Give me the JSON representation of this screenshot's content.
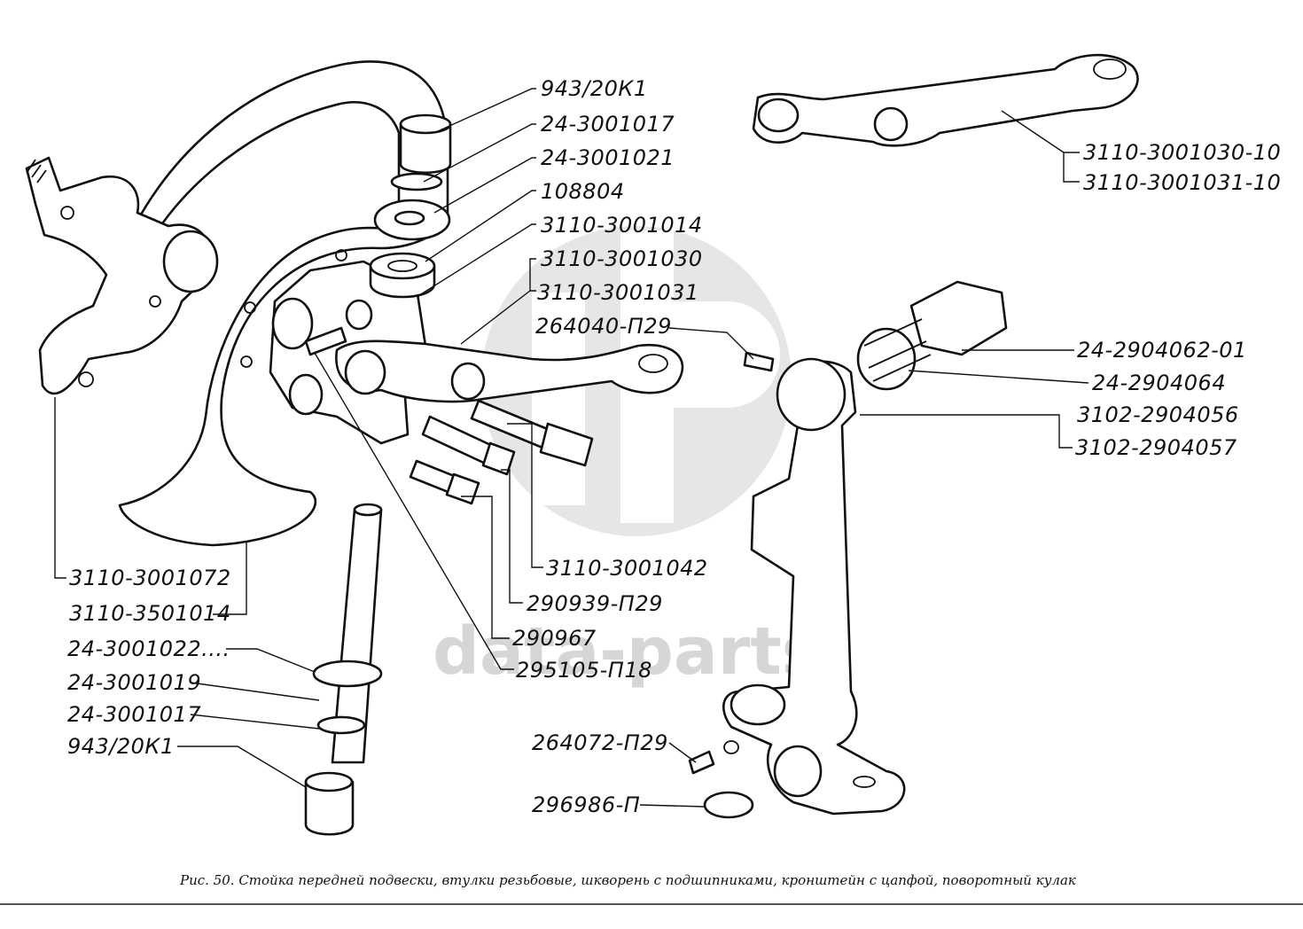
{
  "watermark": "data-parts",
  "caption": "Рис. 50. Стойка передней подвески, втулки резьбовые, шкворень с подшипниками, кронштейн с цапфой, поворотный кулак",
  "callouts": {
    "c01": "943/20К1",
    "c02": "24-3001017",
    "c03": "24-3001021",
    "c04": "108804",
    "c05": "3110-3001014",
    "c06": "3110-3001030",
    "c07": "3110-3001031",
    "c08": "264040-П29",
    "c09": "3110-3001030-10",
    "c10": "3110-3001031-10",
    "c11": "24-2904062-01",
    "c12": "24-2904064",
    "c13": "3102-2904056",
    "c14": "3102-2904057",
    "c15": "3110-3001042",
    "c16": "290939-П29",
    "c17": "290967",
    "c18": "295105-П18",
    "c19": "3110-3001072",
    "c20": "3110-3501014",
    "c21": "24-3001022....",
    "c22": "24-3001019",
    "c23": "24-3001017",
    "c24": "943/20К1",
    "c25": "264072-П29",
    "c26": "296986-П"
  }
}
